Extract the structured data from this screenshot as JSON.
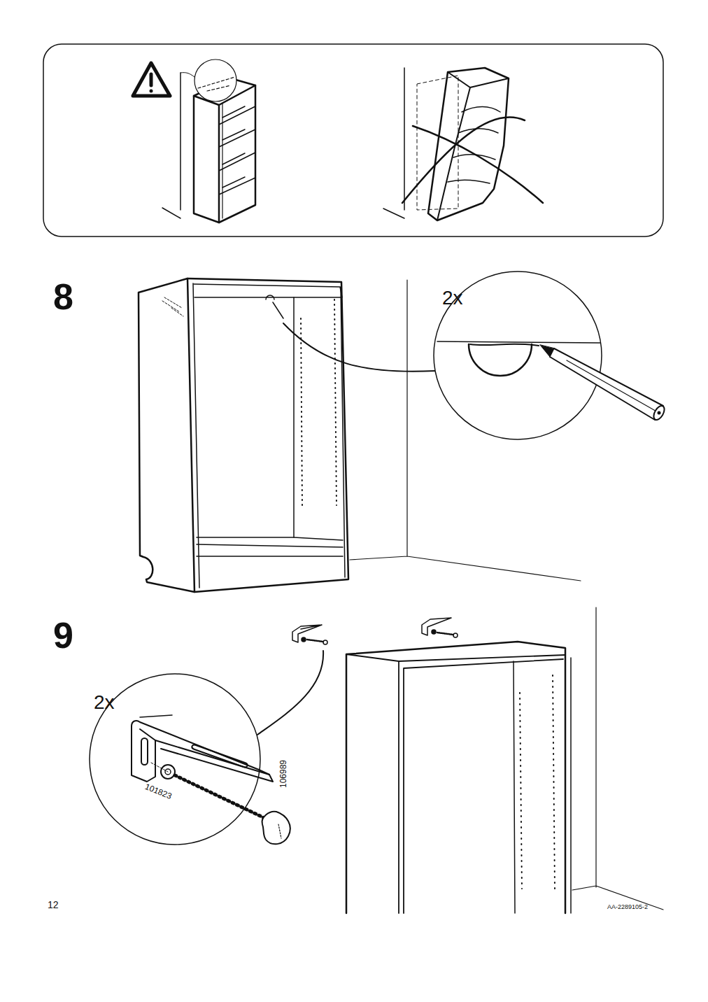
{
  "diagram": {
    "labels": [
      "8",
      "2x",
      "9",
      "2x",
      "101823",
      "106989",
      "12",
      "AA-2289105-2"
    ]
  }
}
